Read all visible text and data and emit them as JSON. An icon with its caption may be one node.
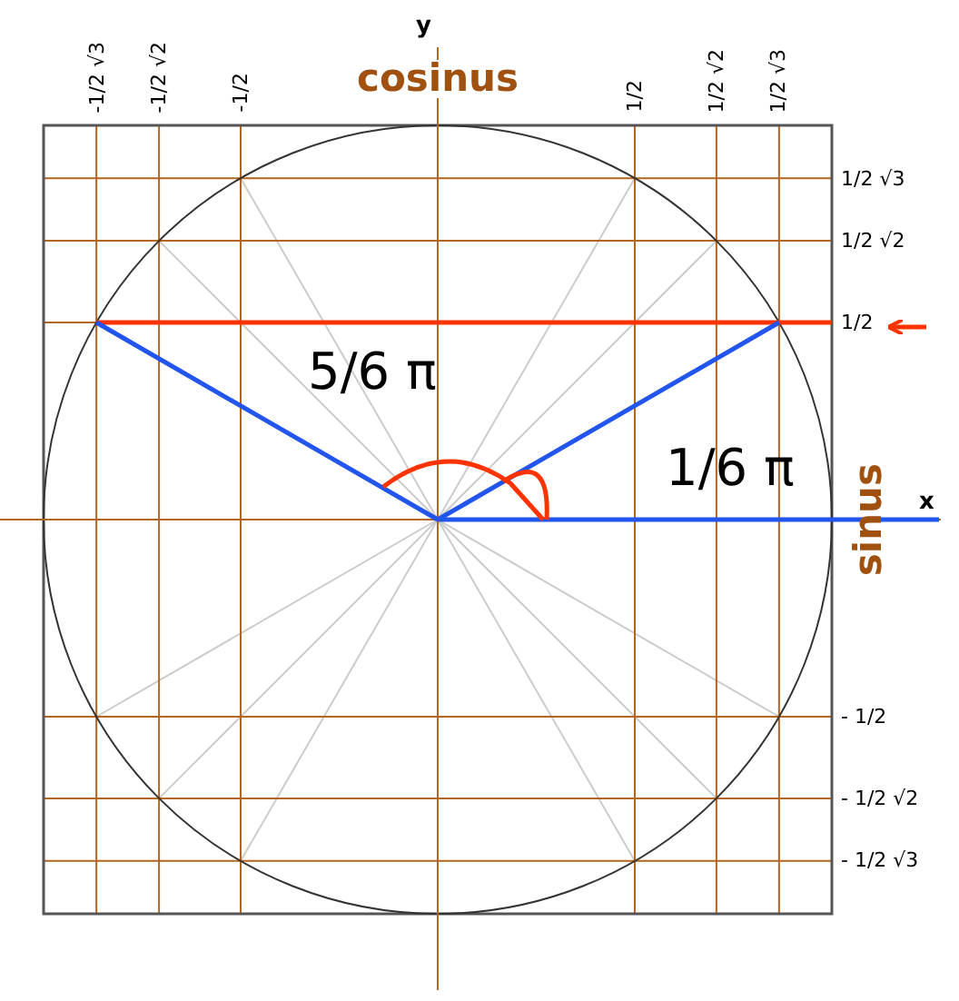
{
  "diagram": {
    "labels": [
      "y",
      "-1/2 √3",
      "-1/2 √2",
      "-1/2",
      "cosinus",
      "1/2",
      "1/2 √2",
      "1/2 √3",
      "1/2 √3",
      "1/2 √2",
      "1/2",
      "5/6 π",
      "1/6 π",
      "x",
      "sinus",
      "- 1/2",
      "- 1/2 √2",
      "- 1/2 √3"
    ]
  }
}
